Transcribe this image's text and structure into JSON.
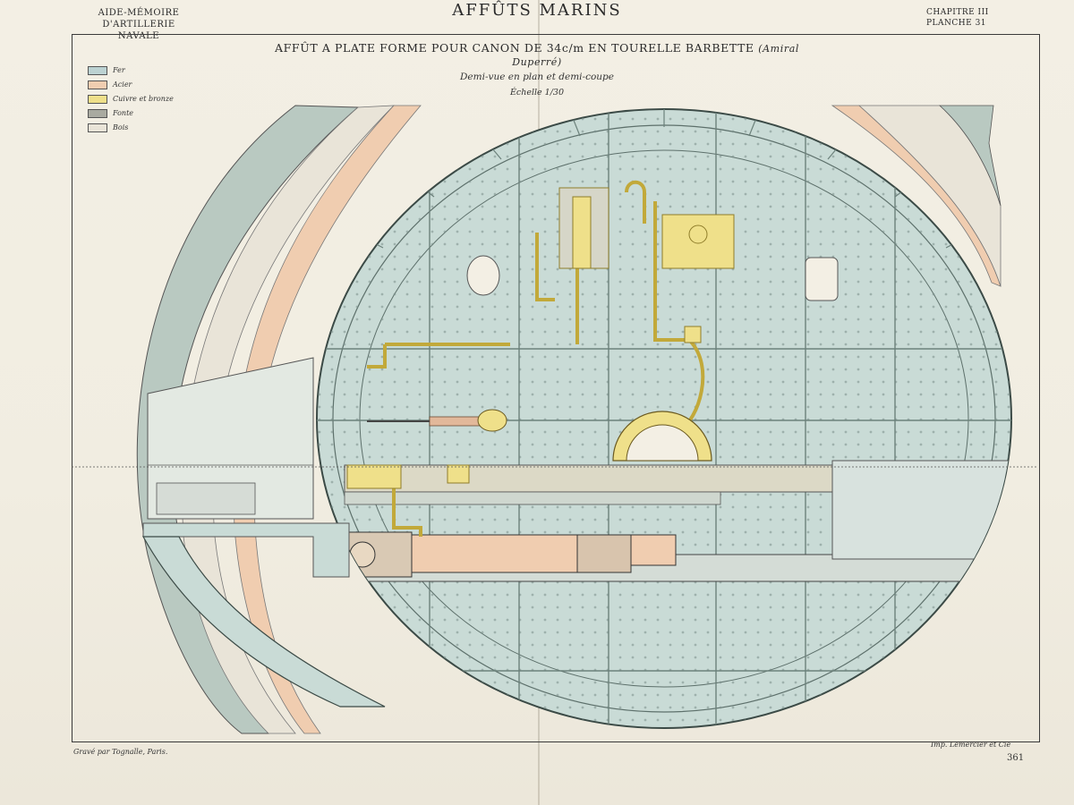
{
  "header": {
    "left_line1": "AIDE-MÉMOIRE",
    "left_line2": "D'ARTILLERIE NAVALE",
    "center": "AFFÛTS MARINS",
    "right_line1": "CHAPITRE III",
    "right_line2": "PLANCHE 31"
  },
  "title": {
    "main": "AFFÛT A PLATE FORME POUR CANON DE 34c/m EN TOURELLE BARBETTE",
    "ship": "(Amiral Duperré)"
  },
  "subtitle": "Demi-vue en plan et demi-coupe",
  "scale": "Échelle 1/30",
  "legend": [
    {
      "label": "Fer",
      "color": "#bcd2d2"
    },
    {
      "label": "Acier",
      "color": "#f0cdb0"
    },
    {
      "label": "Cuivre et bronze",
      "color": "#efe08a"
    },
    {
      "label": "Fonte",
      "color": "#a9aaa0"
    },
    {
      "label": "Bois",
      "color": "#e9e4d8"
    }
  ],
  "credits": {
    "engraver": "Gravé par Tognalle, Paris.",
    "printer": "Imp. Lemercier et Cie",
    "page": "361"
  },
  "colors": {
    "iron": "#c9dbd6",
    "iron_dark": "#9fb8b2",
    "steel": "#f0cdb0",
    "bronze": "#efe08a",
    "paper": "#f1ede1"
  }
}
